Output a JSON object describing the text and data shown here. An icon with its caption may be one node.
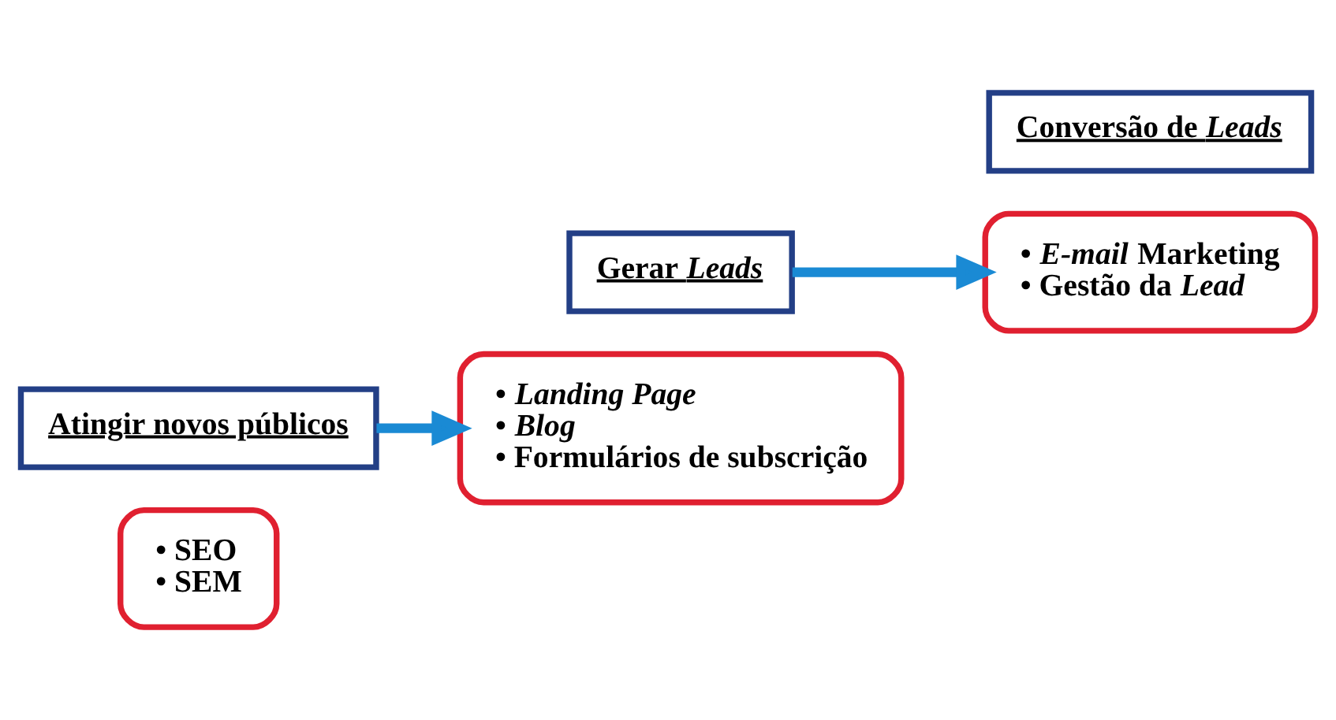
{
  "diagram": {
    "nodes": [
      {
        "text": [
          "• SEO",
          "• SEM"
        ]
      },
      {
        "text": [
          "Atingir novos públicos"
        ]
      },
      {
        "text": [
          "• *Landing Page*",
          "• *Blog*",
          "• Formulários de subscrição"
        ]
      },
      {
        "text": [
          "Gerar *Leads*"
        ]
      },
      {
        "text": [
          "• *E-mail* Marketing",
          "• Gestão da *Lead*"
        ]
      },
      {
        "text": [
          "Conversão de *Leads*"
        ]
      }
    ],
    "edges": [
      {
        "from": 1,
        "to": 2,
        "arrow": "to"
      },
      {
        "from": 3,
        "to": 4,
        "arrow": "to"
      }
    ]
  }
}
